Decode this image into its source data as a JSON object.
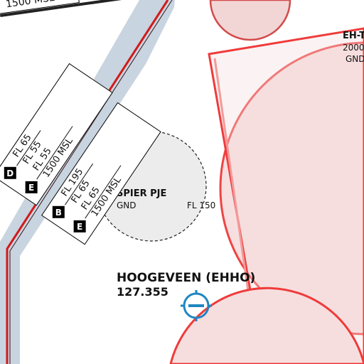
{
  "colors": {
    "airway_fill": "#c8d4e0",
    "airway_red": "#d11a1a",
    "ctr_red": "#ef3b3b",
    "ctr_fill": "#f7dede",
    "pje_fill": "#ececec",
    "airport_blue": "#1f86c2",
    "text": "#111111"
  },
  "top_label": "1500 MSL",
  "ctr": {
    "name": "EH-T",
    "upper": "2000",
    "lower": "GND"
  },
  "pje": {
    "name": "SPIER PJE",
    "lower": "GND",
    "upper": "FL 150"
  },
  "airport": {
    "name": "HOOGEVEEN (EHHO)",
    "frequency": "127.355",
    "icon": "airfield-icon"
  },
  "airspace_blocks": [
    {
      "rows": [
        {
          "class": "D",
          "lines": [
            "FL 65",
            "FL 55"
          ]
        },
        {
          "class": "E",
          "lines": [
            "FL 55",
            "1500 MSL"
          ]
        }
      ]
    },
    {
      "rows": [
        {
          "class": "B",
          "lines": [
            "FL 195",
            "FL 65"
          ]
        },
        {
          "class": "E",
          "lines": [
            "FL 65",
            "1500 MSL"
          ]
        }
      ]
    }
  ]
}
